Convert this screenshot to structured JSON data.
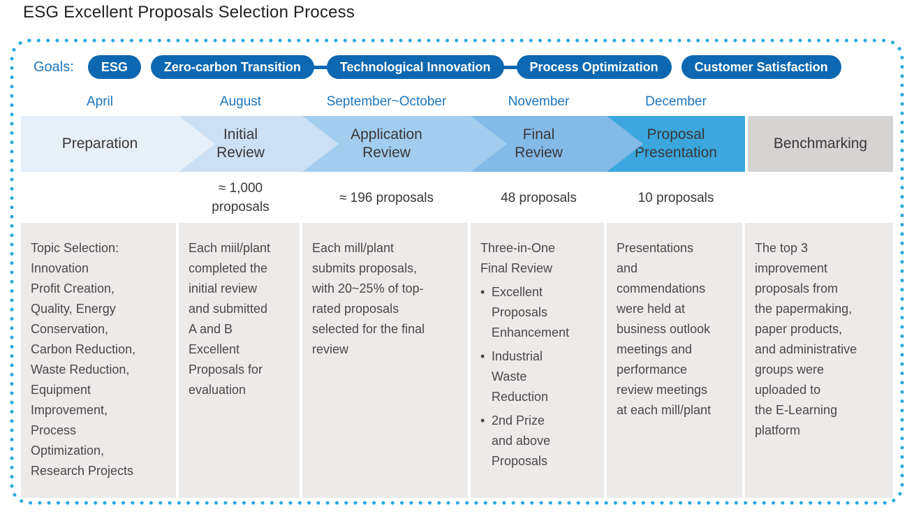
{
  "title": "ESG Excellent Proposals Selection Process",
  "goals": {
    "label": "Goals:",
    "pills": [
      "ESG",
      "Zero-carbon Transition",
      "Technological Innovation",
      "Process Optimization",
      "Customer Satisfaction"
    ]
  },
  "timeline": {
    "stages": [
      {
        "label": "Preparation",
        "month": "April",
        "color": "#e7f0f9"
      },
      {
        "label": "Initial\nReview",
        "month": "August",
        "count": "≈ 1,000\nproposals",
        "color": "#cbe0f4"
      },
      {
        "label": "Application\nReview",
        "month": "September~October",
        "count": "≈ 196 proposals",
        "color": "#a3cdee"
      },
      {
        "label": "Final\nReview",
        "month": "November",
        "count": "48 proposals",
        "color": "#83bae8"
      },
      {
        "label": "Proposal\nPresentation",
        "month": "December",
        "count": "10 proposals",
        "color": "#3ba7de"
      },
      {
        "label": "Benchmarking",
        "color": "#d5d4d3"
      }
    ]
  },
  "details": [
    {
      "text": "Topic Selection:\nInnovation\nProfit Creation,\nQuality, Energy\nConservation,\nCarbon Reduction,\nWaste Reduction,\nEquipment\nImprovement,\nProcess\nOptimization,\nResearch Projects"
    },
    {
      "text": "Each miil/plant\ncompleted the\ninitial review\nand submitted\nA and B\nExcellent\nProposals for\nevaluation"
    },
    {
      "text": "Each mill/plant\nsubmits proposals,\nwith 20~25% of top-\nrated proposals\nselected for the final\nreview"
    },
    {
      "heading": "Three-in-One\nFinal Review",
      "bullets": [
        "Excellent\nProposals\nEnhancement",
        "Industrial\nWaste\nReduction",
        "2nd Prize\nand above\nProposals"
      ]
    },
    {
      "text": "Presentations\nand\ncommendations\nwere held at\nbusiness outlook\nmeetings and\nperformance\nreview meetings\nat each mill/plant"
    },
    {
      "text": "The top 3\nimprovement\nproposals from\nthe papermaking,\npaper products,\nand administrative\ngroups were\nuploaded to\nthe E-Learning\nplatform"
    }
  ],
  "glyphs": {
    "bullet": "•"
  },
  "colors": {
    "accent_blue": "#1c75bc",
    "pill_blue": "#0d68b1",
    "border_dot_blue": "#29a9e1",
    "details_bg": "#ecebea",
    "title_text": "#231f20",
    "body_text": "#4c4748"
  }
}
